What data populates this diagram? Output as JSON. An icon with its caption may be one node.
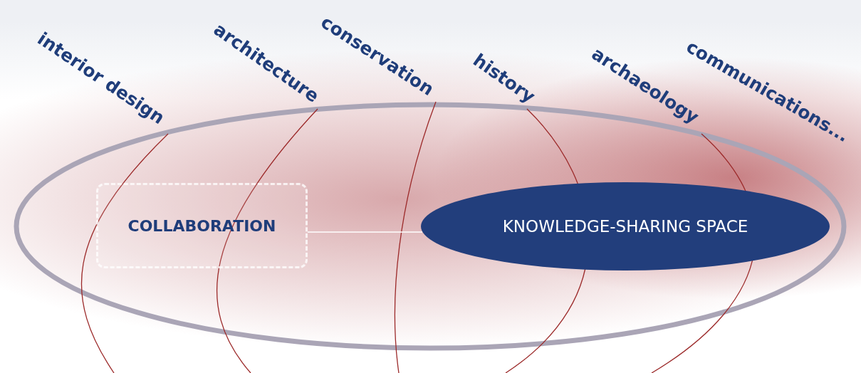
{
  "diagram": {
    "nodes": [
      {
        "text": [
          "interior design"
        ]
      },
      {
        "text": [
          "architecture"
        ]
      },
      {
        "text": [
          "conservation"
        ]
      },
      {
        "text": [
          "history"
        ]
      },
      {
        "text": [
          "archaeology"
        ]
      },
      {
        "text": [
          "communications..."
        ]
      },
      {
        "text": [],
        "shape": "ellipse"
      },
      {
        "text": [
          "COLLABORATION"
        ],
        "in": 6
      },
      {
        "text": [
          "KNOWLEDGE-SHARING SPACE"
        ],
        "in": 6
      }
    ],
    "edges": [
      {
        "from": 0,
        "to": null,
        "arrow": "none"
      },
      {
        "from": 1,
        "to": null,
        "arrow": "none"
      },
      {
        "from": 2,
        "to": null,
        "arrow": "none"
      },
      {
        "from": 3,
        "to": null,
        "arrow": "none"
      },
      {
        "from": 4,
        "to": null,
        "arrow": "none"
      },
      {
        "from": 7,
        "to": 8,
        "arrow": "none",
        "color": "#ffffff"
      }
    ]
  }
}
